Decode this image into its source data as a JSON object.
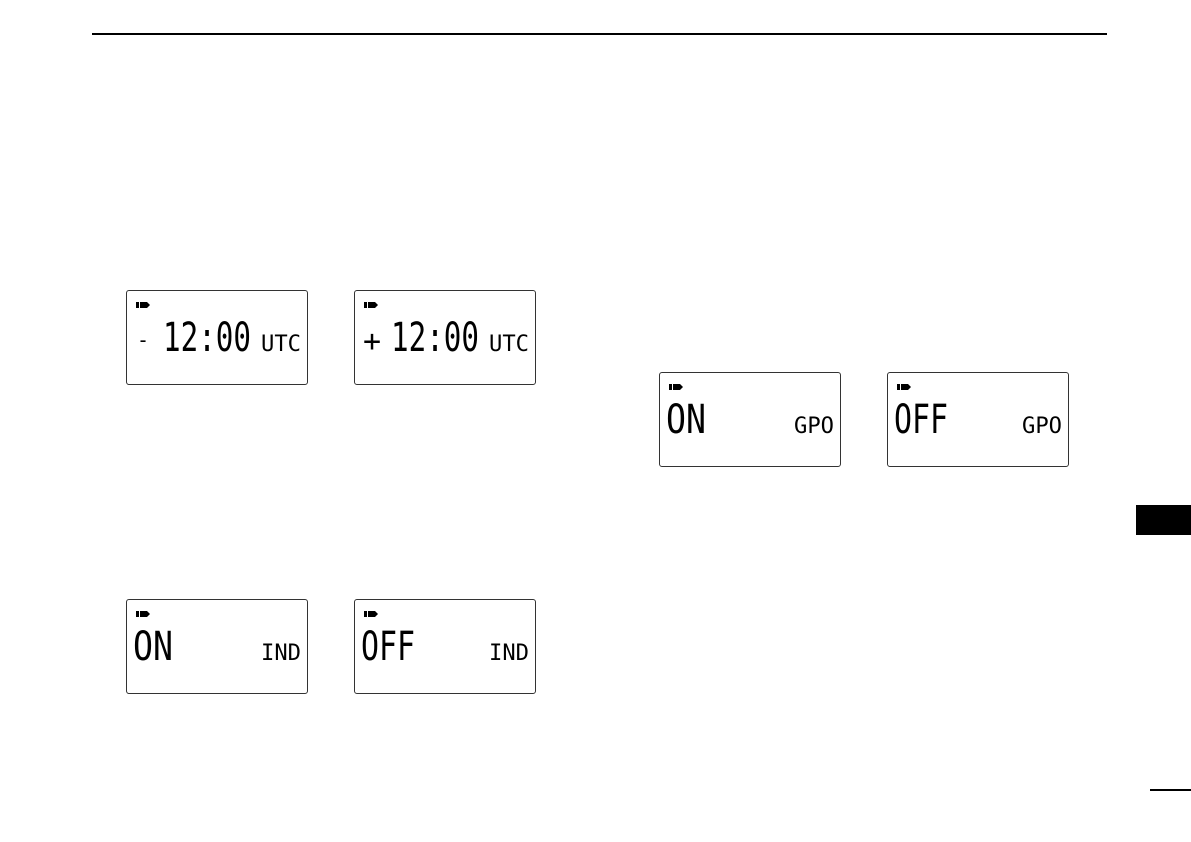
{
  "displays": {
    "utc_minus": {
      "sign": "-",
      "time": "12:00",
      "label": "UTC"
    },
    "utc_plus": {
      "sign": "+",
      "time": "12:00",
      "label": "UTC"
    },
    "ind_on": {
      "value": "ON",
      "label": "IND"
    },
    "ind_off": {
      "value": "OFF",
      "label": "IND"
    },
    "gpo_on": {
      "value": "ON",
      "label": "GPO"
    },
    "gpo_off": {
      "value": "OFF",
      "label": "GPO"
    }
  }
}
